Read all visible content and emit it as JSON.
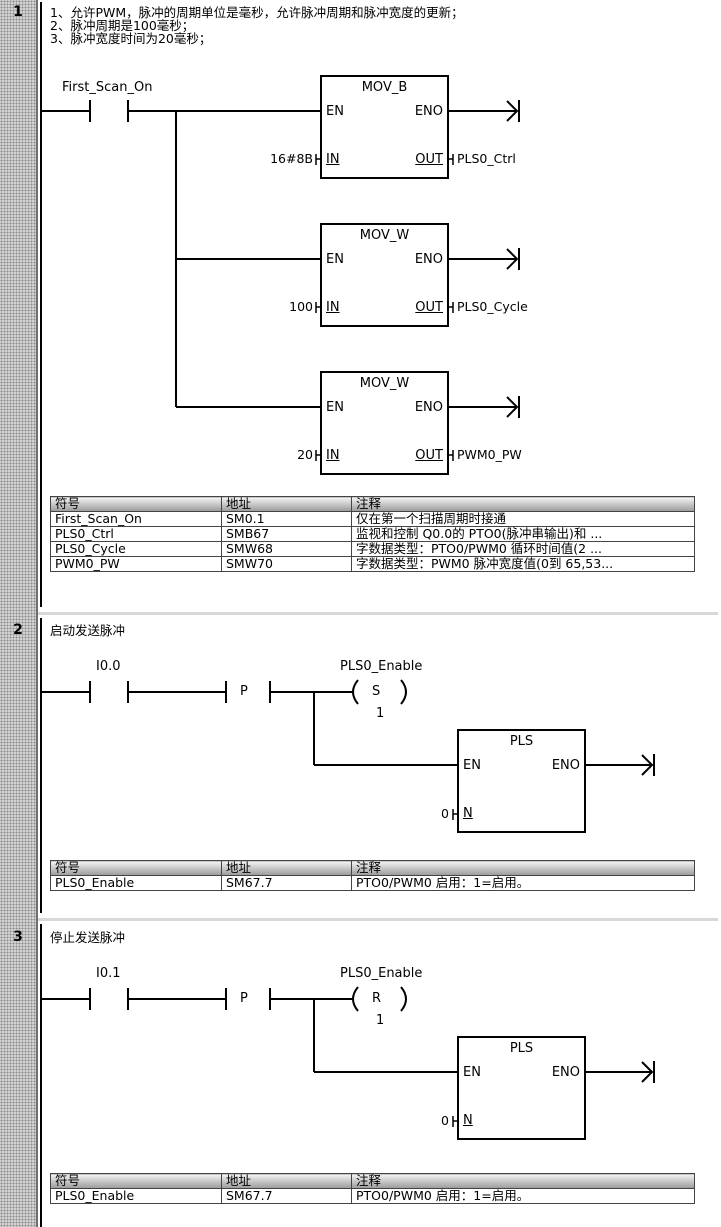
{
  "networks": [
    {
      "number": "1",
      "comment_lines": [
        "1、允许PWM，脉冲的周期单位是毫秒，允许脉冲周期和脉冲宽度的更新；",
        "2、脉冲周期是100毫秒；",
        "3、脉冲宽度时间为20毫秒；"
      ],
      "contact_label": "First_Scan_On",
      "boxes": [
        {
          "title": "MOV_B",
          "en": "EN",
          "eno": "ENO",
          "in": "IN",
          "out": "OUT",
          "in_value": "16#8B",
          "out_value": "PLS0_Ctrl"
        },
        {
          "title": "MOV_W",
          "en": "EN",
          "eno": "ENO",
          "in": "IN",
          "out": "OUT",
          "in_value": "100",
          "out_value": "PLS0_Cycle"
        },
        {
          "title": "MOV_W",
          "en": "EN",
          "eno": "ENO",
          "in": "IN",
          "out": "OUT",
          "in_value": "20",
          "out_value": "PWM0_PW"
        }
      ],
      "symbol_table": {
        "headers": [
          "符号",
          "地址",
          "注释"
        ],
        "rows": [
          [
            "First_Scan_On",
            "SM0.1",
            "仅在第一个扫描周期时接通"
          ],
          [
            "PLS0_Ctrl",
            "SMB67",
            "监视和控制 Q0.0的 PTO0(脉冲串输出)和 ..."
          ],
          [
            "PLS0_Cycle",
            "SMW68",
            "字数据类型：PTO0/PWM0 循环时间值(2 ..."
          ],
          [
            "PWM0_PW",
            "SMW70",
            "字数据类型：PWM0 脉冲宽度值(0到 65,53..."
          ]
        ]
      }
    },
    {
      "number": "2",
      "comment_lines": [
        "启动发送脉冲"
      ],
      "contact_label": "I0.0",
      "p_label": "P",
      "coil_label": "PLS0_Enable",
      "coil_type": "S",
      "coil_count": "1",
      "box": {
        "title": "PLS",
        "en": "EN",
        "eno": "ENO",
        "n": "N",
        "n_value": "0"
      },
      "symbol_table": {
        "headers": [
          "符号",
          "地址",
          "注释"
        ],
        "rows": [
          [
            "PLS0_Enable",
            "SM67.7",
            "PTO0/PWM0 启用：1=启用。"
          ]
        ]
      }
    },
    {
      "number": "3",
      "comment_lines": [
        "停止发送脉冲"
      ],
      "contact_label": "I0.1",
      "p_label": "P",
      "coil_label": "PLS0_Enable",
      "coil_type": "R",
      "coil_count": "1",
      "box": {
        "title": "PLS",
        "en": "EN",
        "eno": "ENO",
        "n": "N",
        "n_value": "0"
      },
      "symbol_table": {
        "headers": [
          "符号",
          "地址",
          "注释"
        ],
        "rows": [
          [
            "PLS0_Enable",
            "SM67.7",
            "PTO0/PWM0 启用：1=启用。"
          ]
        ]
      }
    }
  ]
}
